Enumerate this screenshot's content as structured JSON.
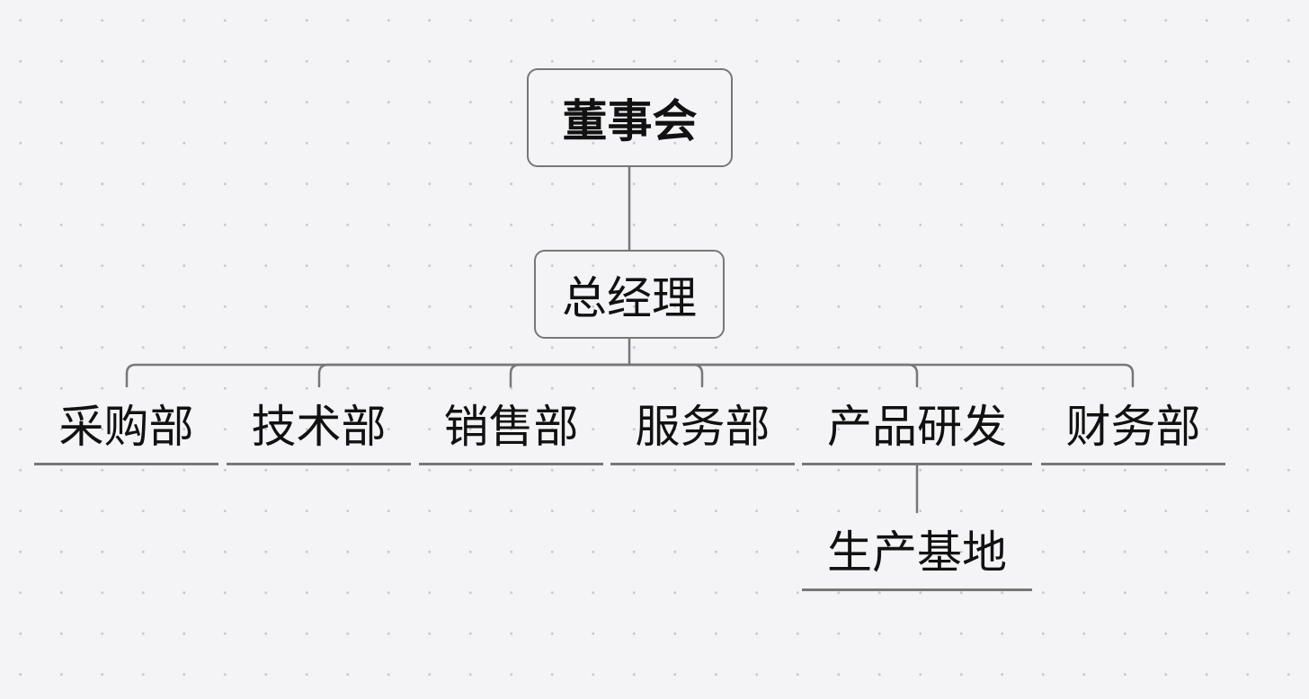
{
  "org_chart": {
    "root": {
      "label": "董事会"
    },
    "manager": {
      "label": "总经理"
    },
    "departments": [
      {
        "label": "采购部"
      },
      {
        "label": "技术部"
      },
      {
        "label": "销售部"
      },
      {
        "label": "服务部"
      },
      {
        "label": "产品研发"
      },
      {
        "label": "财务部"
      }
    ],
    "sub_unit": {
      "label": "生产基地",
      "parent": "产品研发"
    }
  },
  "colors": {
    "background": "#f4f4f6",
    "dot_grid": "#c9c9ce",
    "line": "#777777",
    "text": "#111111"
  }
}
